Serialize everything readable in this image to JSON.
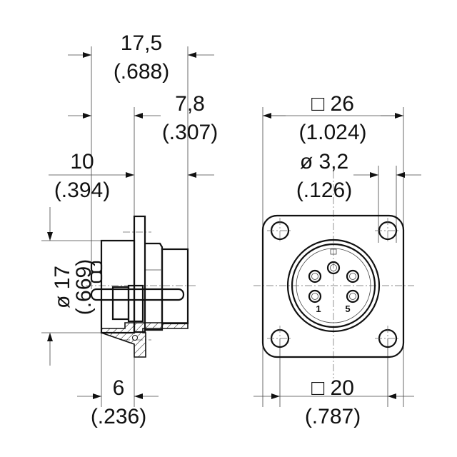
{
  "side_view": {
    "length_overall": {
      "mm": "17,5",
      "inch": "(.688)"
    },
    "length_front": {
      "mm": "7,8",
      "inch": "(.307)"
    },
    "length_rear": {
      "mm": "10",
      "inch": "(.394)"
    },
    "diameter": {
      "mm": "ø 17",
      "inch": "(.669)"
    },
    "flange_offset": {
      "mm": "6",
      "inch": "(.236)"
    }
  },
  "front_view": {
    "flange_square": {
      "mm": "□ 26",
      "inch": "(1.024)"
    },
    "hole_diameter": {
      "mm": "ø 3,2",
      "inch": "(.126)"
    },
    "hole_spacing": {
      "mm": "□ 20",
      "inch": "(.787)"
    },
    "pin_labels": [
      "1",
      "5"
    ]
  }
}
